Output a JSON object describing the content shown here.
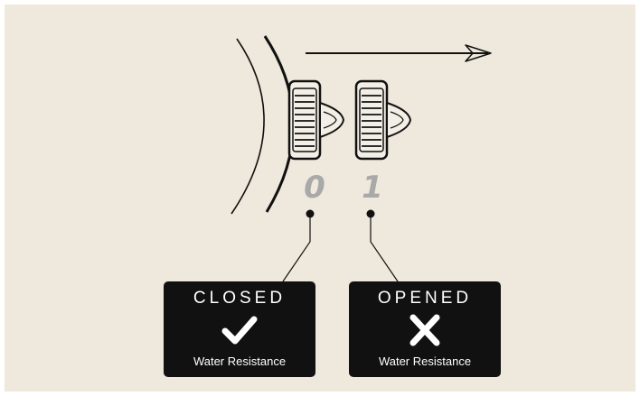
{
  "positions": [
    {
      "id": "closed",
      "digit": "0",
      "status": "CLOSED",
      "icon": "checkmark-icon",
      "caption": "Water Resistance"
    },
    {
      "id": "opened",
      "digit": "1",
      "status": "OPENED",
      "icon": "cross-icon",
      "caption": "Water Resistance"
    }
  ],
  "colors": {
    "background": "#efe8dc",
    "box": "#111111",
    "box_text": "#ffffff",
    "digit": "#a9a9a9",
    "line": "#111111"
  }
}
